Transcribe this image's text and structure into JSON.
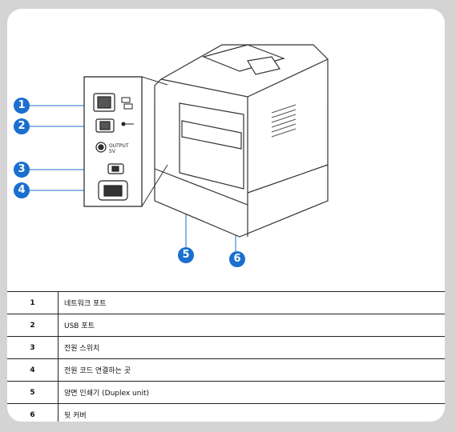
{
  "callouts": [
    "1",
    "2",
    "3",
    "4",
    "5",
    "6"
  ],
  "panel": {
    "output_label_1": "OUTPUT",
    "output_label_2": "5V"
  },
  "legend": [
    {
      "num": "1",
      "desc": "네트워크 포트"
    },
    {
      "num": "2",
      "desc": "USB 포트"
    },
    {
      "num": "3",
      "desc": "전원 스위치"
    },
    {
      "num": "4",
      "desc": "전원 코드 연결하는 곳"
    },
    {
      "num": "5",
      "desc": "양면 인쇄기 (Duplex unit)"
    },
    {
      "num": "6",
      "desc": "뒷 커버"
    }
  ],
  "colors": {
    "callout": "#1a6fcf",
    "background": "#d4d4d4"
  }
}
